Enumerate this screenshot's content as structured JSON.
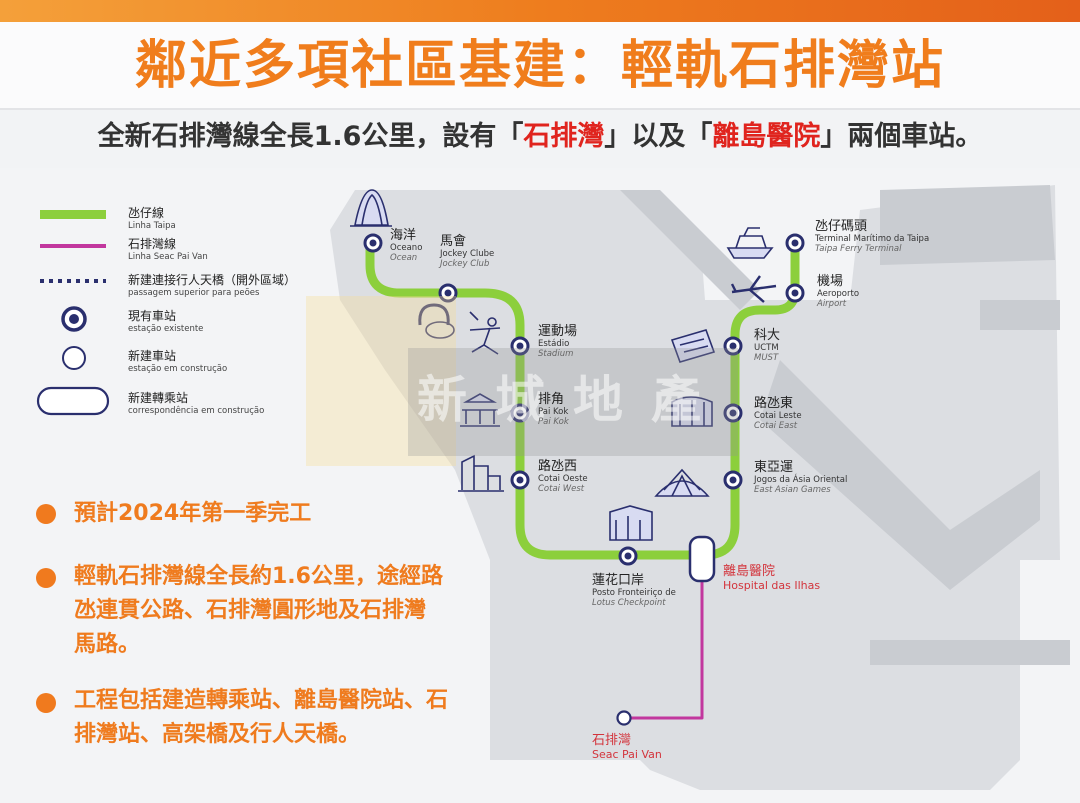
{
  "title": "鄰近多項社區基建：輕軌石排灣站",
  "subtitle": {
    "part1": "全新石排灣線全長1.6公里，設有「",
    "hl1": "石排灣",
    "part2": "」以及「",
    "hl2": "離島醫院",
    "part3": "」兩個車站。"
  },
  "legend": [
    {
      "zh": "氹仔線",
      "pt": "Linha Taipa"
    },
    {
      "zh": "石排灣線",
      "pt": "Linha Seac Pai Van"
    },
    {
      "zh": "新建連接行人天橋（開外區域）",
      "pt": "passagem superior para peões"
    },
    {
      "zh": "現有車站",
      "pt": "estação existente"
    },
    {
      "zh": "新建車站",
      "pt": "estação em construção"
    },
    {
      "zh": "新建轉乘站",
      "pt": "correspondência em construção"
    }
  ],
  "bullets": [
    "預計2024年第一季完工",
    "輕軌石排灣線全長約1.6公里，途經路氹連貫公路、石排灣圓形地及石排灣馬路。",
    "工程包括建造轉乘站、離島醫院站、石排灣站、高架橋及行人天橋。"
  ],
  "stations": {
    "oceano": {
      "zh": "海洋",
      "pt": "Oceano",
      "en": "Ocean"
    },
    "jockey": {
      "zh": "馬會",
      "pt": "Jockey Clube",
      "en": "Jockey Club"
    },
    "stadium": {
      "zh": "運動場",
      "pt": "Estádio",
      "en": "Stadium"
    },
    "paikok": {
      "zh": "排角",
      "pt": "Pai Kok",
      "en": "Pai Kok"
    },
    "cotaiwest": {
      "zh": "路氹西",
      "pt": "Cotai Oeste",
      "en": "Cotai West"
    },
    "lotus": {
      "zh": "蓮花口岸",
      "pt": "Posto Fronteiriço de",
      "en": "Lotus Checkpoint"
    },
    "hospital": {
      "zh": "離島醫院",
      "en": "Hospital das Ilhas"
    },
    "seacpaivan": {
      "zh": "石排灣",
      "en": "Seac Pai Van"
    },
    "ferry": {
      "zh": "氹仔碼頭",
      "pt": "Terminal Marítimo da Taipa",
      "en": "Taipa Ferry Terminal"
    },
    "airport": {
      "zh": "機場",
      "pt": "Aeroporto",
      "en": "Airport"
    },
    "ustm": {
      "zh": "科大",
      "pt": "UCTM",
      "en": "MUST"
    },
    "cotaieast": {
      "zh": "路氹東",
      "pt": "Cotai Leste",
      "en": "Cotai East"
    },
    "eastasian": {
      "zh": "東亞運",
      "pt": "Jogos da Ásia Oriental",
      "en": "East Asian Games"
    }
  },
  "watermark": "新城地產",
  "colors": {
    "taipa_line": "#8ccf3c",
    "seac_pai_van_line": "#c2379e",
    "station_ring": "#2a2f6e",
    "accent": "#f07d1c",
    "highlight": "#e0241e"
  }
}
